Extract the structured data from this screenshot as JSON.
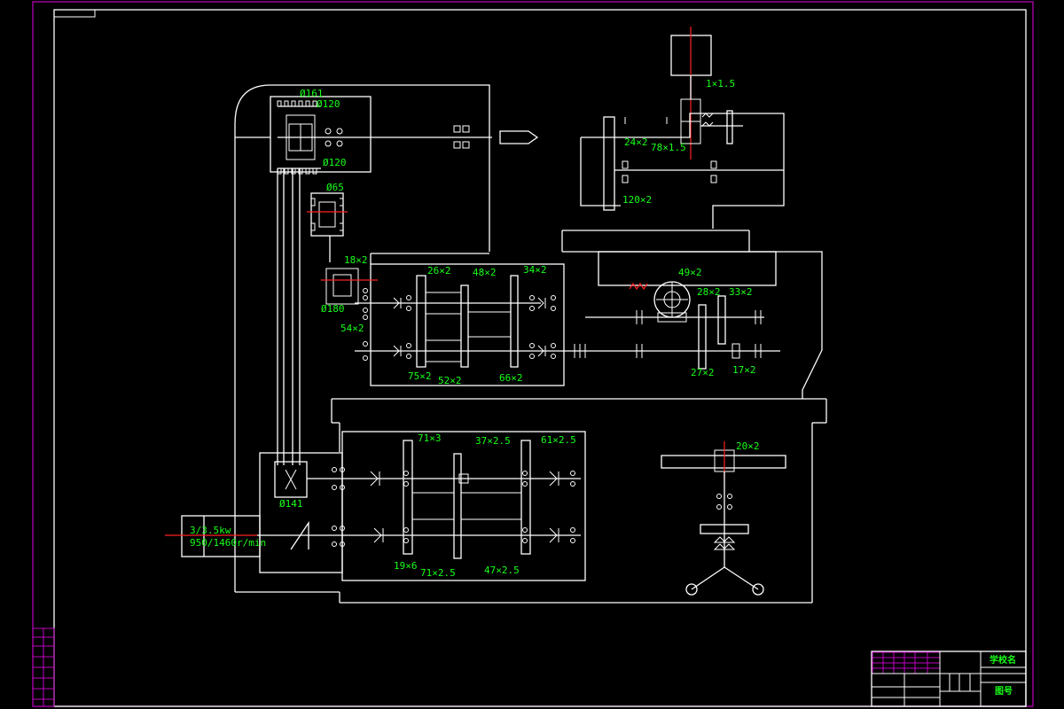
{
  "drawing": {
    "pulley_labels": {
      "d161": "Ø161",
      "d120_top": "Ø120",
      "d120_bottom": "Ø120",
      "d65": "Ø65",
      "d180": "Ø180",
      "d141": "Ø141"
    },
    "gear_labels": {
      "g18x2": "18×2",
      "g26x2": "26×2",
      "g48x2": "48×2",
      "g34x2": "34×2",
      "g54x2": "54×2",
      "g75x2": "75×2",
      "g52x2": "52×2",
      "g66x2": "66×2",
      "g49x2": "49×2",
      "g28x2": "28×2",
      "g33x2": "33×2",
      "g27x2": "27×2",
      "g17x2": "17×2",
      "g1x15": "1×1.5",
      "g24x2": "24×2",
      "g78x15": "78×1.5",
      "g120x2": "120×2",
      "g71x3": "71×3",
      "g37x25": "37×2.5",
      "g61x25": "61×2.5",
      "g19x6": "19×6",
      "g71x25": "71×2.5",
      "g47x25": "47×2.5",
      "g20x2": "20×2"
    },
    "motor": {
      "power": "3/3.5kw",
      "speed": "950/1460r/min"
    }
  },
  "title_block": {
    "school": "学校名",
    "drawing_no": "图号"
  },
  "colors": {
    "frame": "#c000c0",
    "lines": "#ffffff",
    "labels": "#18ff18",
    "centerlines": "#ff2020"
  }
}
